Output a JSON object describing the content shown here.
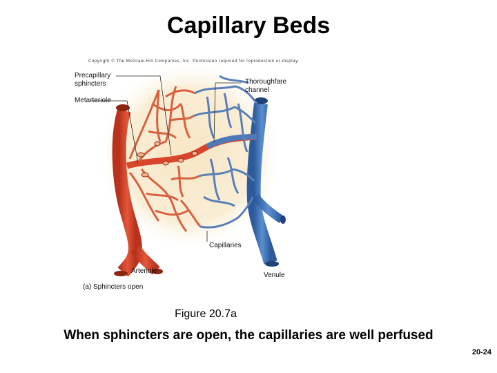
{
  "slide": {
    "title": "Capillary Beds",
    "copyright": "Copyright © The McGraw-Hill Companies, Inc. Permission required for reproduction or display.",
    "figure_caption": "Figure 20.7a",
    "summary": "When sphincters are open, the capillaries are well perfused",
    "slide_number": "20-24"
  },
  "diagram": {
    "labels": {
      "precapillary_sphincters": "Precapillary\nsphincters",
      "thoroughfare_channel": "Thoroughfare\nchannel",
      "metarteriole": "Metarteriole",
      "capillaries": "Capillaries",
      "arteriole": "Arteriole",
      "venule": "Venule",
      "panel_caption": "(a) Sphincters open"
    },
    "colors": {
      "background_glow": "#f7e6c4",
      "arteriole": "#d9452a",
      "capillary_arterial": "#d8603f",
      "capillary_venous": "#5a7fb8",
      "venule": "#3d6fb5",
      "leader_line": "#222222"
    }
  }
}
